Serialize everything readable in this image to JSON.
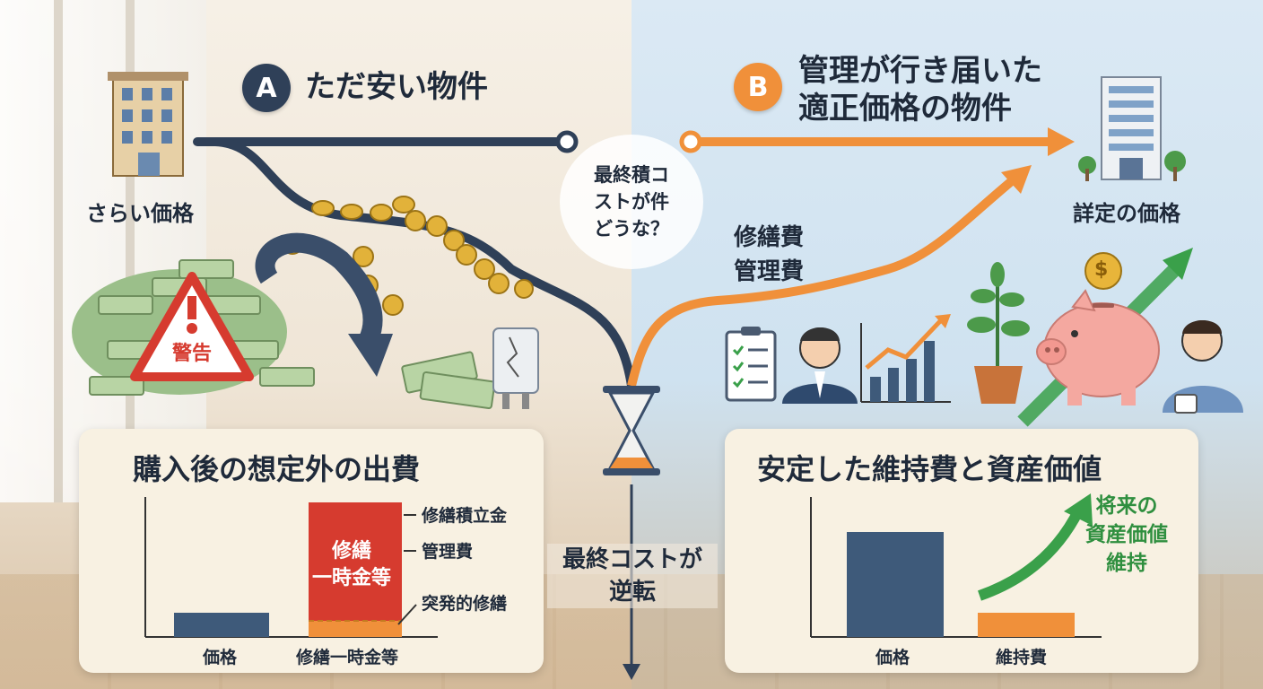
{
  "colors": {
    "navy": "#2f4058",
    "orange": "#f0903a",
    "red": "#d63b2f",
    "green": "#3aa04a",
    "bar_blue": "#3e5a7a"
  },
  "option_a": {
    "badge": "A",
    "title": "ただ安い物件",
    "price_label": "さらい価格",
    "warning_sign": "警告"
  },
  "option_b": {
    "badge": "B",
    "title_line1": "管理が行き届いた",
    "title_line2": "適正価格の物件",
    "price_label": "詳定の価格",
    "cost_label_line1": "修繕費",
    "cost_label_line2": "管理費"
  },
  "center": {
    "question_line1": "最終積コ",
    "question_line2": "ストが件",
    "question_line3": "どうな？",
    "reversal_line1": "最終コストが",
    "reversal_line2": "逆転"
  },
  "panel_a": {
    "title": "購入後の想定外の出費",
    "bar_inner_line1": "修繕",
    "bar_inner_line2": "一時金等",
    "legend": [
      "修繕積立金",
      "管理費",
      "突発的修繕"
    ]
  },
  "panel_b": {
    "title": "安定した維持費と資産価値",
    "trend_line1": "将来の",
    "trend_line2": "資産価値",
    "trend_line3": "維持"
  },
  "chart_data": [
    {
      "type": "bar",
      "categories": [
        "価格",
        "修繕一時金等"
      ],
      "values": [
        0.18,
        1.0
      ],
      "stack_bottom_fraction": 0.12
    },
    {
      "type": "bar",
      "categories": [
        "価格",
        "維持費"
      ],
      "values": [
        0.78,
        0.18
      ]
    }
  ]
}
